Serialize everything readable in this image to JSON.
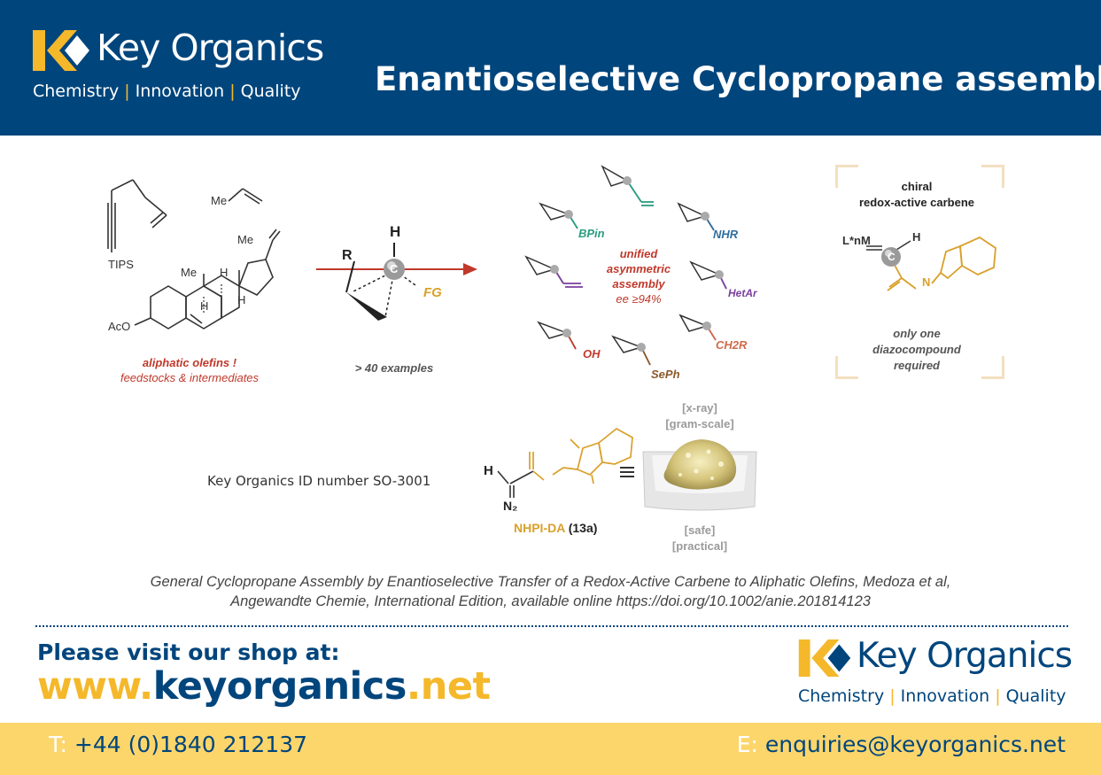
{
  "header": {
    "brand": "Key Organics",
    "tagline": [
      "Chemistry",
      "Innovation",
      "Quality"
    ],
    "title": "Enantioselective Cyclopropane assembly"
  },
  "scheme": {
    "substrates": {
      "labels": [
        "TIPS",
        "Me",
        "Me",
        "Me",
        "H",
        "H",
        "H",
        "AcO"
      ],
      "caption_line1": "aliphatic olefins !",
      "caption_line2": "feedstocks & intermediates"
    },
    "transition": {
      "labels": [
        "R",
        "H",
        "C",
        "FG"
      ],
      "caption": "> 40 examples"
    },
    "products": {
      "groups": [
        "BPin",
        "NHR",
        "HetAr",
        "CH2R",
        "SePh",
        "OH"
      ],
      "center_lines": [
        "unified",
        "asymmetric",
        "assembly"
      ],
      "ee": "ee ≥94%"
    },
    "carbene": {
      "title_line1": "chiral",
      "title_line2": "redox-active carbene",
      "metal_label": "L*nM",
      "caption_lines": [
        "only one",
        "diazocompound",
        "required"
      ]
    }
  },
  "reagent": {
    "id_text": "Key Organics ID number SO-3001",
    "name": "NHPI-DA",
    "compound_number": "(13a)",
    "tags_top": [
      "[x-ray]",
      "[gram-scale]"
    ],
    "tags_bottom": [
      "[safe]",
      "[practical]"
    ]
  },
  "citation": {
    "line1": "General Cyclopropane Assembly by Enantioselective Transfer of a Redox-Active Carbene to Aliphatic Olefins, Medoza et al,",
    "line2": "Angewandte Chemie, International Edition, available online https://doi.org/10.1002/anie.201814123"
  },
  "shop": {
    "label": "Please visit our shop at:",
    "url_prefix": "www.",
    "url_domain": "keyorganics",
    "url_suffix": ".net"
  },
  "contact": {
    "phone_prefix": "T:",
    "phone": "+44 (0)1840 212137",
    "email_prefix": "E:",
    "email": "enquiries@keyorganics.net"
  },
  "colors": {
    "navy": "#00457c",
    "gold": "#f4b82a",
    "footer": "#fcd66b",
    "red": "#c0392b",
    "reagent": "#d9a02a"
  }
}
